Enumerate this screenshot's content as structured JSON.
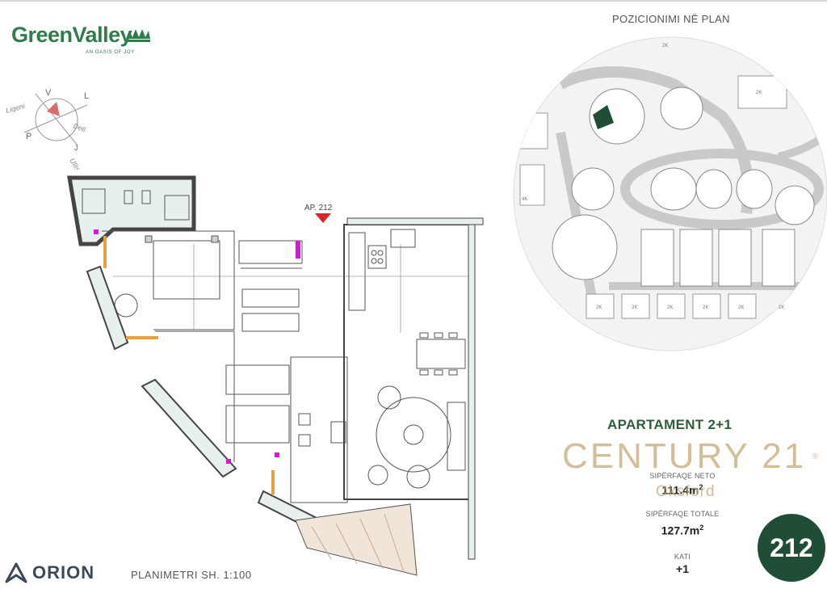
{
  "brand": {
    "name": "GreenValley",
    "tagline": "AN OASIS OF JOY"
  },
  "compass": {
    "north": "V",
    "east": "L",
    "west": "P",
    "south": "J",
    "ne": "Liqeni",
    "e": "Deti",
    "s": "Ullishte"
  },
  "plan": {
    "apartment_marker": "AP. 212"
  },
  "position": {
    "title": "POZICIONIMI NË PLAN",
    "labels": [
      "2K",
      "2K",
      "4K",
      "2K",
      "2K",
      "2K",
      "2K",
      "2K",
      "2K"
    ]
  },
  "apartment": {
    "type": "APARTAMENT 2+1",
    "net_label": "SIPËRFAQE NETO",
    "net_value": "111.4m",
    "total_label": "SIPËRFAQE TOTALE",
    "total_value": "127.7m",
    "unit_exp": "2",
    "floor_label": "KATI",
    "floor_value": "+1",
    "number": "212"
  },
  "watermark": {
    "text": "CENTURY 21",
    "reg": "®",
    "sub": "Oksford"
  },
  "footer": {
    "developer": "ORION",
    "scale": "PLANIMETRI  SH. 1:100"
  },
  "colors": {
    "brand_green": "#2e7d4a",
    "badge_green": "#1f4d35",
    "marker_red": "#d62828",
    "watermark_gold": "#c6a877"
  }
}
